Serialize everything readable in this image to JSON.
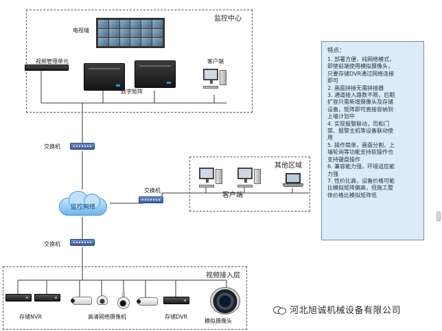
{
  "zones": {
    "monitor_center": "监控中心",
    "other_area": "其他区域",
    "video_access": "视频接入层"
  },
  "labels": {
    "video_wall": "电视墙",
    "video_mgmt_unit": "视频管理单元",
    "digital_matrix": "数字矩阵",
    "client_top": "客户端",
    "client_other": "客户端",
    "switch_1": "交换机",
    "switch_2": "交换机",
    "switch_3": "交换机",
    "network": "监控网络",
    "storage_nvr": "存储NVR",
    "hd_ip_camera": "高清网络摄像机",
    "storage_dvr": "存储DVR",
    "analog_camera": "模拟摄像头"
  },
  "notes": {
    "heading": "特点：",
    "lines": [
      "1. 部署方便，纯网络模式，",
      "即使前端使用模拟摄像头，",
      "只要存储DVR通过网络连接",
      "即可",
      "2. 画面拼接无需拼接器",
      "3. 通道接入路数不限，后期",
      "扩容只需新增摄像头及存储",
      "设备，矩阵即可直接容纳到",
      "上墙计划中",
      "4. 实现报警联动，司和门",
      "禁、报警主机等设备联动使",
      "用",
      "5. 操作简单，画面分割，上",
      "墙轮询等功能支持软操作也",
      "支持键盘操作",
      "6. 兼容能力强，环境适应能",
      "力强",
      "7. 性价比高，设备价格可能",
      "比模拟矩阵偏高，但施工整",
      "体价格比模拟矩阵低"
    ]
  },
  "watermark": "河北旭诚机械设备有限公司",
  "colors": {
    "notes_bg": "#dcebf5",
    "switch_blue": "#4a6aa8",
    "cloud_blue": "#6fb5ec"
  }
}
